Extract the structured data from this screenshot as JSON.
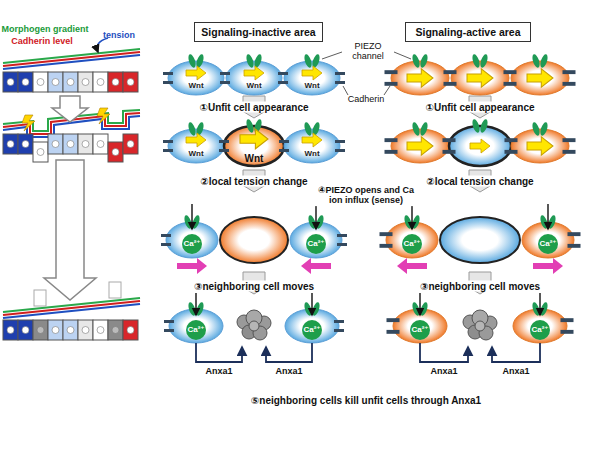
{
  "diagram": {
    "nodes": [
      {
        "text": [
          "Signaling-inactive area"
        ]
      },
      {
        "text": [
          "Signaling-active area"
        ]
      }
    ],
    "labels": [
      "Morphogen gradient",
      "Cadherin level",
      "tension",
      "PIEZO channel",
      "Cadherin",
      "Wnt",
      "Wnt",
      "Wnt",
      "Wnt",
      "Wnt",
      "Wnt",
      "①Unfit cell appearance",
      "①Unfit cell appearance",
      "②local tension change",
      "②local tension change",
      "④PIEZO opens and Ca ion influx (sense)",
      "Ca²⁺",
      "Ca²⁺",
      "Ca²⁺",
      "Ca²⁺",
      "③neighboring cell moves",
      "③neighboring cell moves",
      "Ca²⁺",
      "Ca²⁺",
      "Ca²⁺",
      "Ca²⁺",
      "Anxa1",
      "Anxa1",
      "Anxa1",
      "Anxa1",
      "⑤neighboring cells kill unfit cells through Anxa1"
    ]
  }
}
